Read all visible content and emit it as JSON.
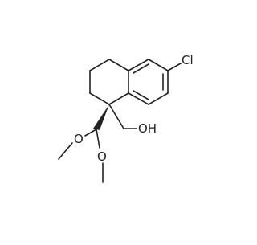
{
  "molecule": {
    "atom_labels": {
      "chlorine": "Cl",
      "hydroxyl": "OH",
      "methoxy_oxygen_upper": "O",
      "methoxy_oxygen_lower": "O"
    },
    "colors": {
      "bond": "#222222",
      "label": "#222222",
      "background": "#ffffff"
    }
  }
}
